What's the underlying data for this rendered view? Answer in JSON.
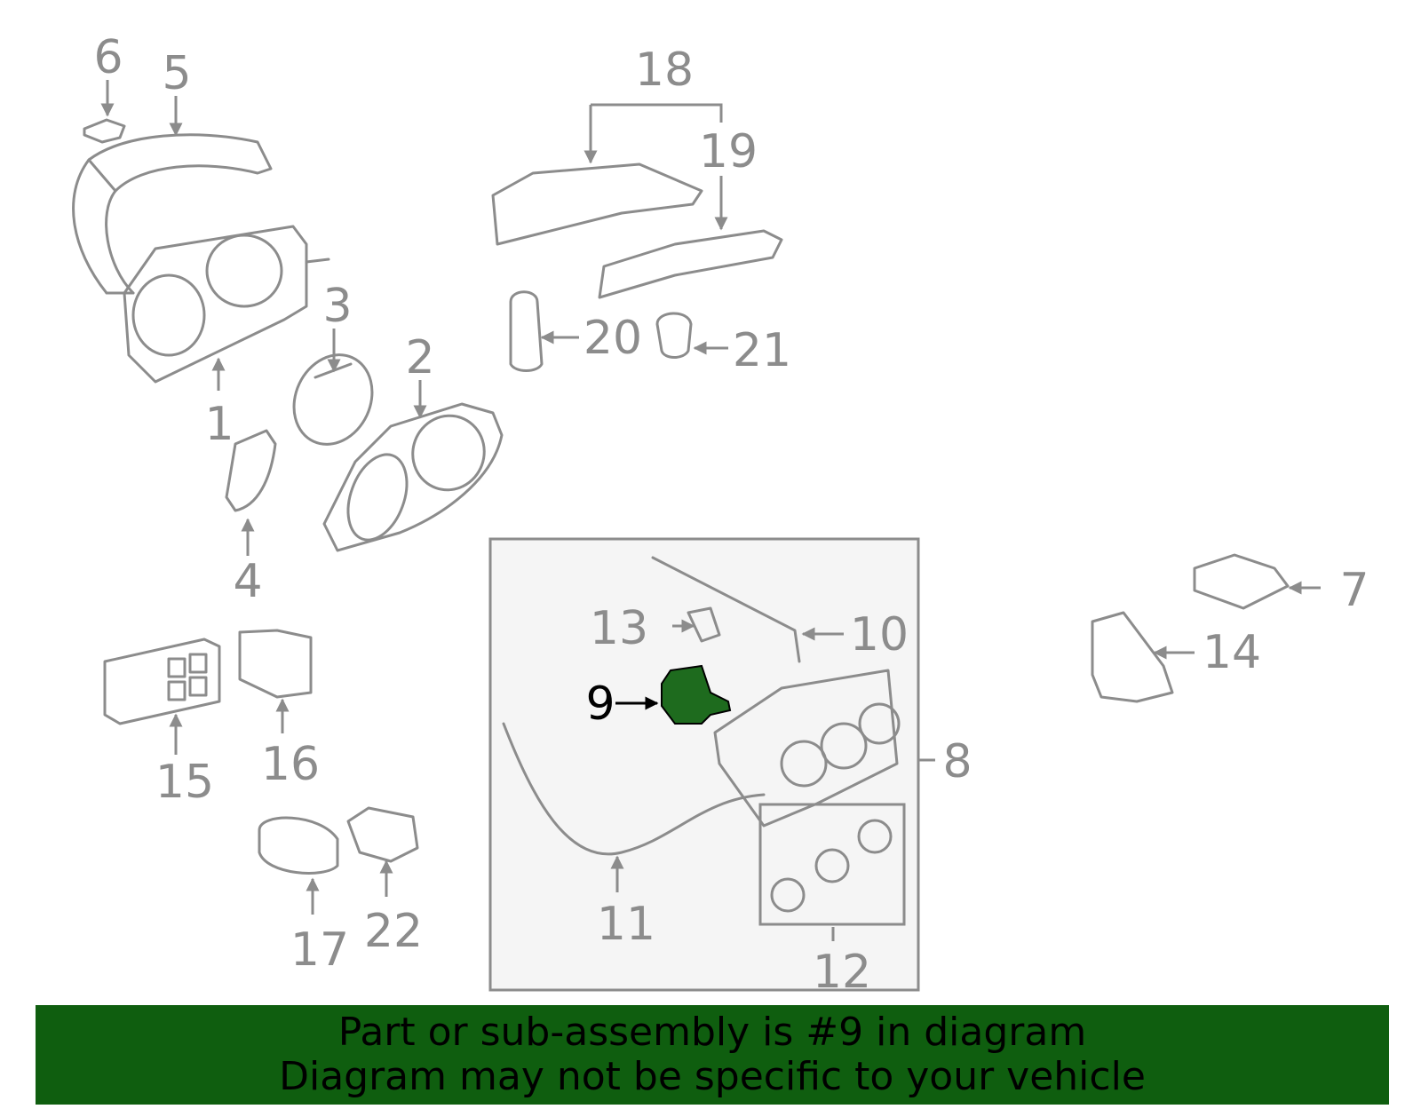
{
  "callouts": {
    "c1": "1",
    "c2": "2",
    "c3": "3",
    "c4": "4",
    "c5": "5",
    "c6": "6",
    "c7": "7",
    "c8": "8",
    "c9": "9",
    "c10": "10",
    "c11": "11",
    "c12": "12",
    "c13": "13",
    "c14": "14",
    "c15": "15",
    "c16": "16",
    "c17": "17",
    "c18": "18",
    "c19": "19",
    "c20": "20",
    "c21": "21",
    "c22": "22"
  },
  "highlighted_part": "9",
  "colors": {
    "highlight": "#1e6b1e",
    "banner": "#0f5e0f",
    "line": "#8c8c8c",
    "box": "#f5f5f5"
  },
  "banner": {
    "line1": "Part or sub-assembly is #9 in diagram",
    "line2": "Diagram may not be specific to your vehicle"
  }
}
